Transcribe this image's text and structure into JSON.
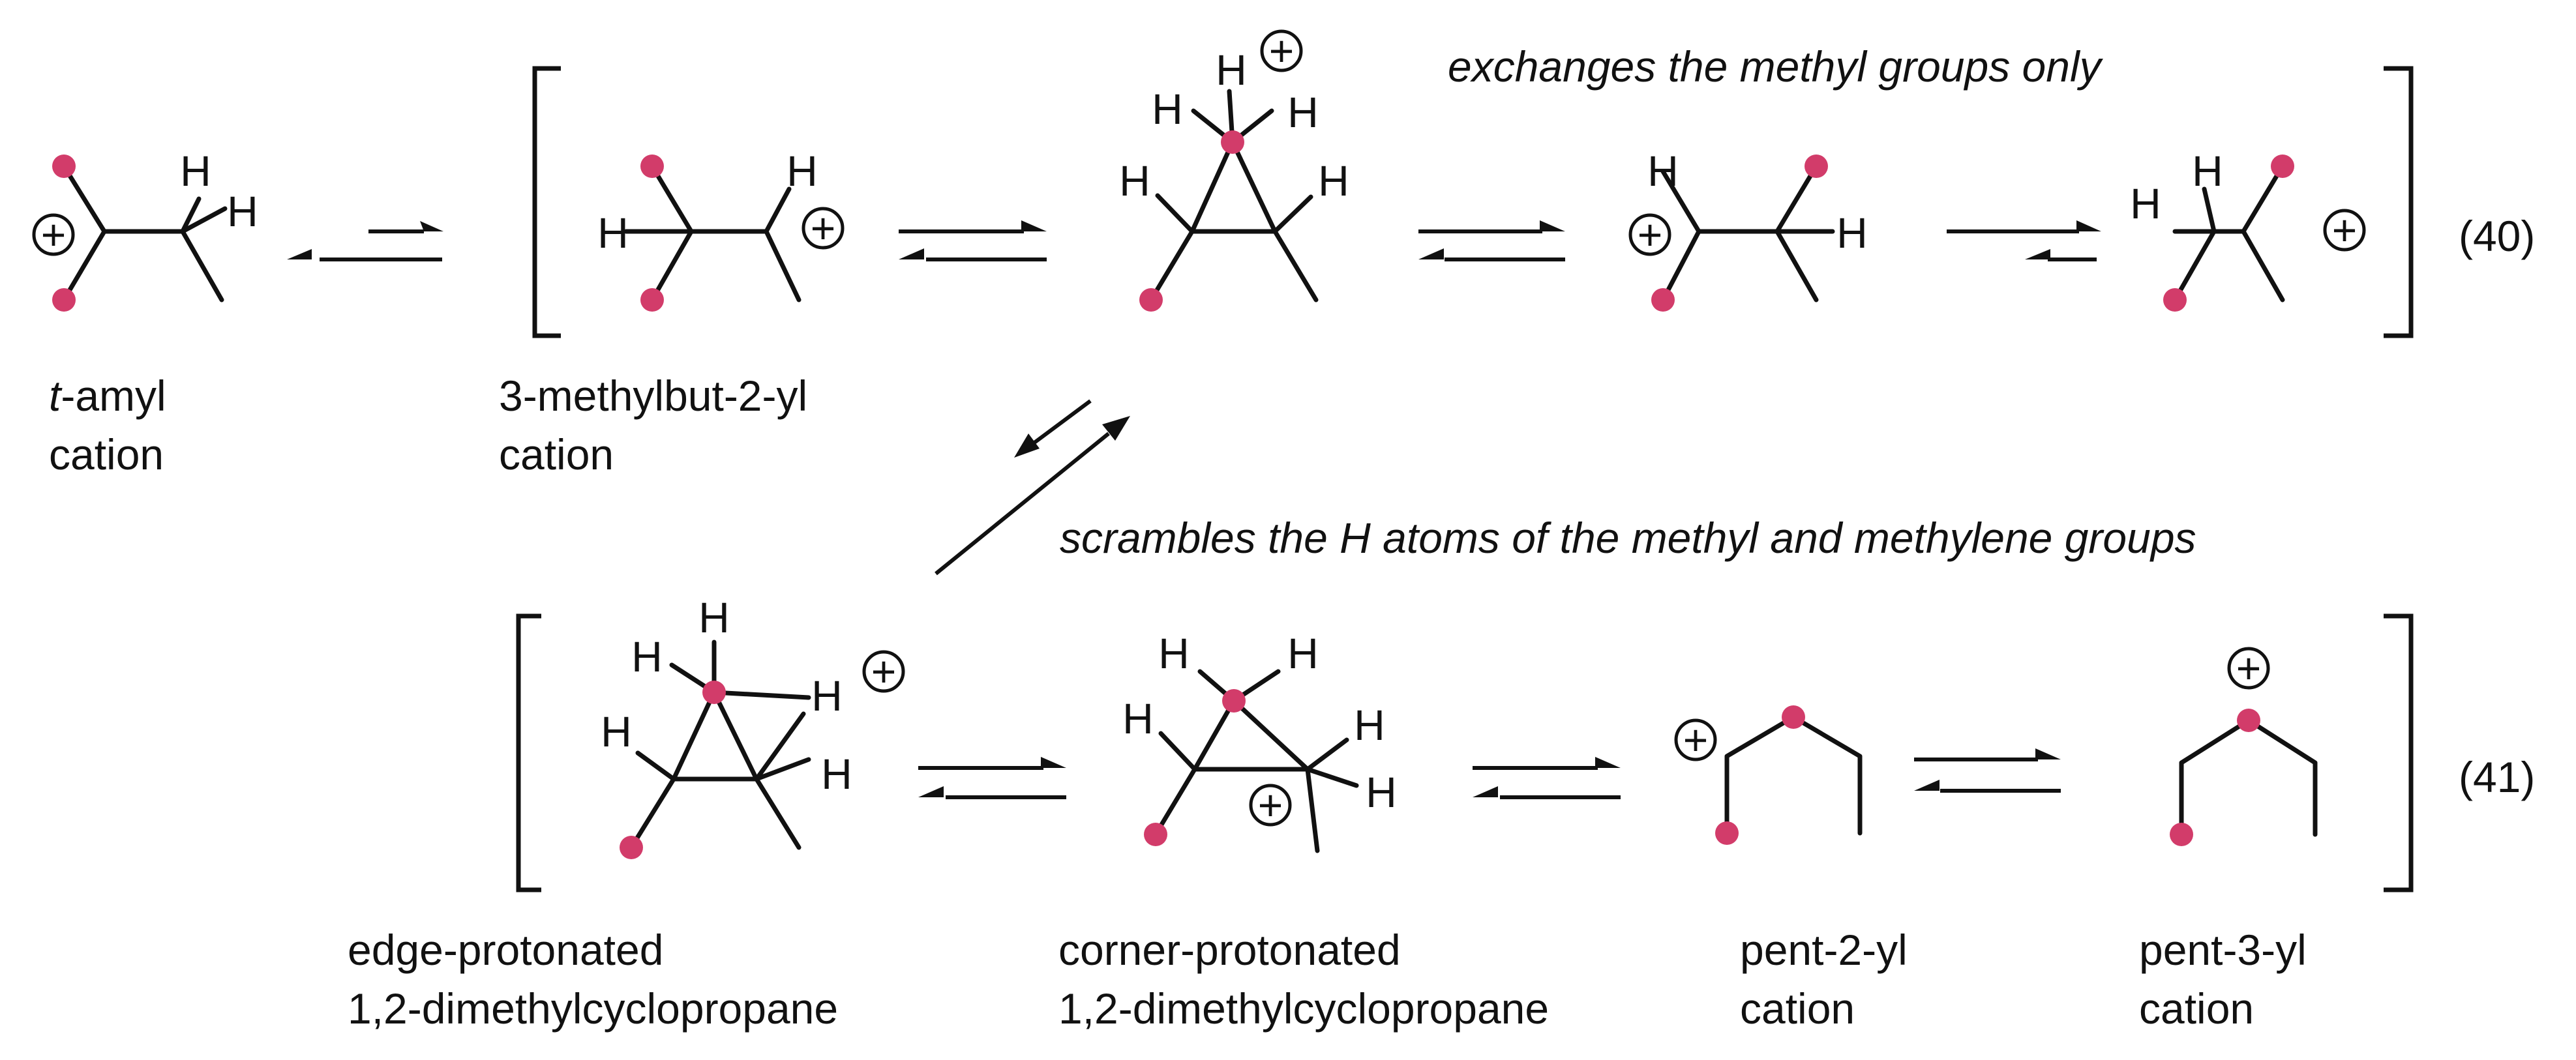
{
  "labels": {
    "t_amyl_line1": "-amyl",
    "t_amyl_italic": "t",
    "t_amyl_line2": "cation",
    "mb2_line1": "3-methylbut-2-yl",
    "mb2_line2": "cation",
    "edge_line1": "edge-protonated",
    "edge_line2": "1,2-dimethylcyclopropane",
    "corner_line1": "corner-protonated",
    "corner_line2": "1,2-dimethylcyclopropane",
    "p2_line1": "pent-2-yl",
    "p2_line2": "cation",
    "p3_line1": "pent-3-yl",
    "p3_line2": "cation"
  },
  "annotations": {
    "top": "exchanges the methyl groups only",
    "middle": "scrambles the H atoms of the methyl and methylene groups"
  },
  "equation_numbers": {
    "eq40": "(40)",
    "eq41": "(41)"
  },
  "atoms": {
    "hydrogen": "H",
    "plus": "+"
  },
  "colors": {
    "label_dot": "#d23c6a",
    "ink": "#111111"
  }
}
